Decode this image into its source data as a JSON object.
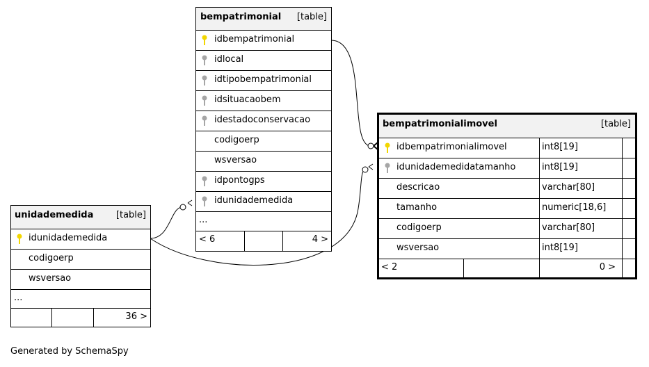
{
  "tables": {
    "bempatrimonial": {
      "name": "bempatrimonial",
      "kind": "[table]",
      "columns": [
        {
          "name": "idbempatrimonial",
          "key": "primary"
        },
        {
          "name": "idlocal",
          "key": "foreign"
        },
        {
          "name": "idtipobempatrimonial",
          "key": "foreign"
        },
        {
          "name": "idsituacaobem",
          "key": "foreign"
        },
        {
          "name": "idestadoconservacao",
          "key": "foreign"
        },
        {
          "name": "codigoerp",
          "key": "none"
        },
        {
          "name": "wsversao",
          "key": "none"
        },
        {
          "name": "idpontogps",
          "key": "foreign"
        },
        {
          "name": "idunidademedida",
          "key": "foreign"
        }
      ],
      "more": "...",
      "footer_left": "< 6",
      "footer_right": "4 >"
    },
    "bempatrimonialimovel": {
      "name": "bempatrimonialimovel",
      "kind": "[table]",
      "columns": [
        {
          "name": "idbempatrimonialimovel",
          "type": "int8[19]",
          "key": "primary"
        },
        {
          "name": "idunidademedidatamanho",
          "type": "int8[19]",
          "key": "foreign"
        },
        {
          "name": "descricao",
          "type": "varchar[80]",
          "key": "none"
        },
        {
          "name": "tamanho",
          "type": "numeric[18,6]",
          "key": "none"
        },
        {
          "name": "codigoerp",
          "type": "varchar[80]",
          "key": "none"
        },
        {
          "name": "wsversao",
          "type": "int8[19]",
          "key": "none"
        }
      ],
      "footer_left": "< 2",
      "footer_right": "0 >"
    },
    "unidademedida": {
      "name": "unidademedida",
      "kind": "[table]",
      "columns": [
        {
          "name": "idunidademedida",
          "key": "primary"
        },
        {
          "name": "codigoerp",
          "key": "none"
        },
        {
          "name": "wsversao",
          "key": "none"
        }
      ],
      "more": "...",
      "footer_right": "36 >"
    }
  },
  "generated_by": "Generated by SchemaSpy",
  "colors": {
    "primary_key": "#f2d600",
    "foreign_key": "#a6a6a6",
    "header_bg": "#f2f2f2",
    "line": "#000000"
  }
}
